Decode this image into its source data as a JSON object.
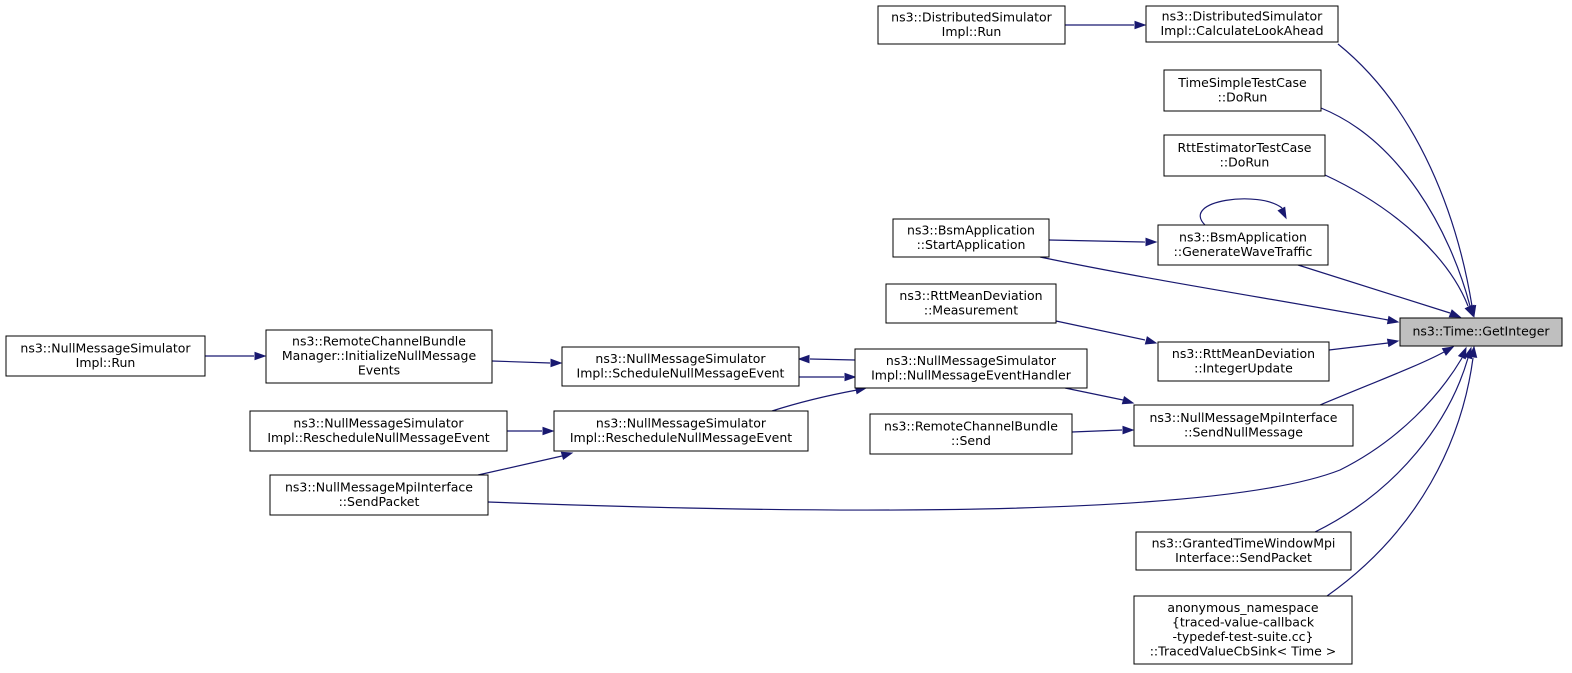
{
  "nodes": {
    "get_integer": {
      "lines": [
        "ns3::Time::GetInteger"
      ],
      "focus": true
    },
    "dist_calc": {
      "lines": [
        "ns3::DistributedSimulator",
        "Impl::CalculateLookAhead"
      ]
    },
    "dist_run": {
      "lines": [
        "ns3::DistributedSimulator",
        "Impl::Run"
      ]
    },
    "time_simple": {
      "lines": [
        "TimeSimpleTestCase",
        "::DoRun"
      ]
    },
    "rtt_estimator": {
      "lines": [
        "RttEstimatorTestCase",
        "::DoRun"
      ]
    },
    "bsm_generate": {
      "lines": [
        "ns3::BsmApplication",
        "::GenerateWaveTraffic"
      ]
    },
    "bsm_start": {
      "lines": [
        "ns3::BsmApplication",
        "::StartApplication"
      ]
    },
    "rtt_measurement": {
      "lines": [
        "ns3::RttMeanDeviation",
        "::Measurement"
      ]
    },
    "rtt_integer_update": {
      "lines": [
        "ns3::RttMeanDeviation",
        "::IntegerUpdate"
      ]
    },
    "nm_handler": {
      "lines": [
        "ns3::NullMessageSimulator",
        "Impl::NullMessageEventHandler"
      ]
    },
    "nm_schedule": {
      "lines": [
        "ns3::NullMessageSimulator",
        "Impl::ScheduleNullMessageEvent"
      ]
    },
    "rcb_manager": {
      "lines": [
        "ns3::RemoteChannelBundle",
        "Manager::InitializeNullMessage",
        "Events"
      ]
    },
    "nm_run": {
      "lines": [
        "ns3::NullMessageSimulator",
        "Impl::Run"
      ]
    },
    "nm_mpi_send_null": {
      "lines": [
        "ns3::NullMessageMpiInterface",
        "::SendNullMessage"
      ]
    },
    "rcb_send": {
      "lines": [
        "ns3::RemoteChannelBundle",
        "::Send"
      ]
    },
    "nm_reschedule_b": {
      "lines": [
        "ns3::NullMessageSimulator",
        "Impl::RescheduleNullMessageEvent"
      ]
    },
    "nm_reschedule_a": {
      "lines": [
        "ns3::NullMessageSimulator",
        "Impl::RescheduleNullMessageEvent"
      ]
    },
    "nm_mpi_send_packet": {
      "lines": [
        "ns3::NullMessageMpiInterface",
        "::SendPacket"
      ]
    },
    "granted_send_packet": {
      "lines": [
        "ns3::GrantedTimeWindowMpi",
        "Interface::SendPacket"
      ]
    },
    "traced_sink": {
      "lines": [
        "anonymous_namespace",
        "{traced-value-callback",
        "-typedef-test-suite.cc}",
        "::TracedValueCbSink< Time >"
      ]
    }
  },
  "edges": [
    {
      "from": "dist_calc",
      "to": "get_integer"
    },
    {
      "from": "dist_run",
      "to": "dist_calc"
    },
    {
      "from": "time_simple",
      "to": "get_integer"
    },
    {
      "from": "rtt_estimator",
      "to": "get_integer"
    },
    {
      "from": "bsm_generate",
      "to": "get_integer"
    },
    {
      "from": "bsm_generate",
      "to": "bsm_generate"
    },
    {
      "from": "bsm_start",
      "to": "bsm_generate"
    },
    {
      "from": "bsm_start",
      "to": "get_integer"
    },
    {
      "from": "rtt_measurement",
      "to": "rtt_integer_update"
    },
    {
      "from": "rtt_integer_update",
      "to": "get_integer"
    },
    {
      "from": "nm_mpi_send_null",
      "to": "get_integer"
    },
    {
      "from": "nm_handler",
      "to": "nm_mpi_send_null"
    },
    {
      "from": "rcb_send",
      "to": "nm_mpi_send_null"
    },
    {
      "from": "nm_schedule",
      "to": "nm_handler"
    },
    {
      "from": "nm_handler",
      "to": "nm_schedule"
    },
    {
      "from": "rcb_manager",
      "to": "nm_schedule"
    },
    {
      "from": "nm_run",
      "to": "rcb_manager"
    },
    {
      "from": "nm_reschedule_b",
      "to": "nm_handler"
    },
    {
      "from": "nm_reschedule_a",
      "to": "nm_reschedule_b"
    },
    {
      "from": "nm_mpi_send_packet",
      "to": "nm_reschedule_b"
    },
    {
      "from": "nm_mpi_send_packet",
      "to": "get_integer"
    },
    {
      "from": "granted_send_packet",
      "to": "get_integer"
    },
    {
      "from": "traced_sink",
      "to": "get_integer"
    }
  ],
  "colors": {
    "edge": "#191970",
    "focus_fill": "#bfbfbf",
    "node_fill": "#ffffff",
    "node_stroke": "#000000"
  }
}
